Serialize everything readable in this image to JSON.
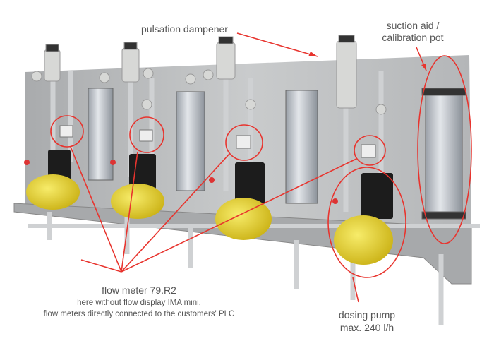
{
  "labels": {
    "pulsation_dampener": "pulsation dampener",
    "suction_aid_line1": "suction aid /",
    "suction_aid_line2": "calibration pot",
    "flow_meter_title": "flow meter 79.R2",
    "flow_meter_line1": "here without flow display IMA mini,",
    "flow_meter_line2": "flow meters directly connected to the customers' PLC",
    "dosing_pump_line1": "dosing pump",
    "dosing_pump_line2": "max. 240 l/h"
  },
  "colors": {
    "annotation": "#e8342e",
    "pump_yellow": "#e6d020",
    "panel": "#b9bbbd",
    "text": "#555555"
  }
}
